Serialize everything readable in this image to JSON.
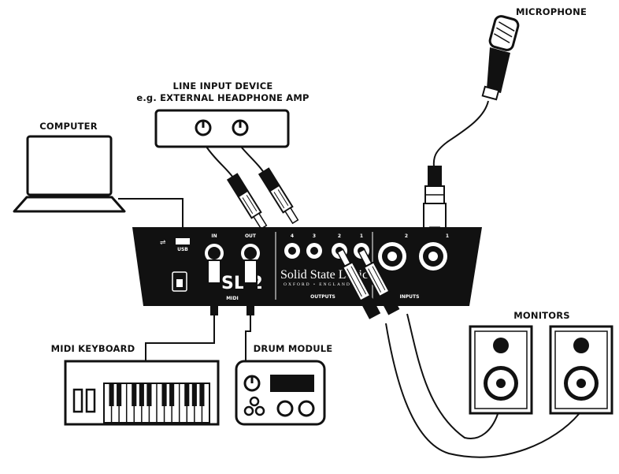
{
  "labels": {
    "microphone": "MICROPHONE",
    "line_input_title": "LINE INPUT DEVICE",
    "line_input_sub": "e.g. EXTERNAL HEADPHONE AMP",
    "computer": "COMPUTER",
    "midi_keyboard": "MIDI KEYBOARD",
    "drum_module": "DRUM MODULE",
    "monitors": "MONITORS"
  },
  "interface": {
    "usb": "USB",
    "midi_in": "IN",
    "midi_out": "OUT",
    "midi": "MIDI",
    "model": "SL 2",
    "brand": "Solid State Logic",
    "brand_sub": "OXFORD • ENGLAND",
    "out_4": "4",
    "out_3": "3",
    "out_2": "2",
    "out_1": "1",
    "outputs": "OUTPUTS",
    "in_2": "2",
    "in_1": "1",
    "inputs": "INPUTS"
  }
}
